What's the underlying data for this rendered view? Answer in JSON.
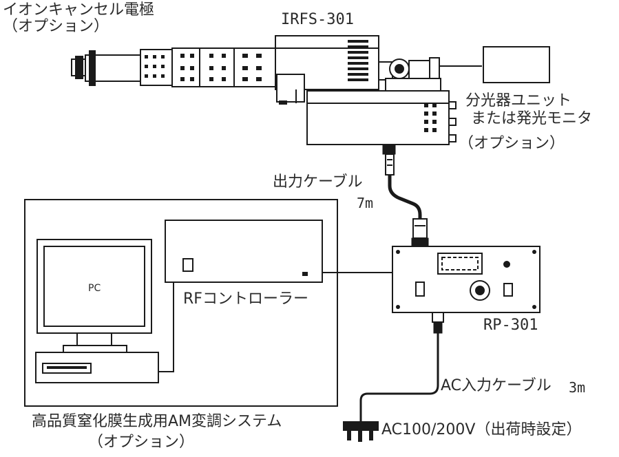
{
  "labels": {
    "ion_cancel_electrode": "イオンキャンセル電極",
    "ion_cancel_option": "（オプション）",
    "irfs": "IRFS-301",
    "spectrometer_line1": "分光器ユニット",
    "spectrometer_line2": "または発光モニタ",
    "spectrometer_option": "（オプション）",
    "output_cable": "出力ケーブル",
    "output_cable_length": "7m",
    "pc": "PC",
    "rf_controller": "RFコントローラー",
    "rp": "RP-301",
    "ac_input_cable": "AC入力ケーブル",
    "ac_input_length": "3m",
    "ac_voltage": "AC100/200V（出荷時設定）",
    "am_system": "高品質窒化膜生成用AM変調システム",
    "am_system_option": "（オプション）"
  },
  "colors": {
    "line": "#1a1a1a",
    "text": "#2a2a2a",
    "background": "#ffffff"
  }
}
